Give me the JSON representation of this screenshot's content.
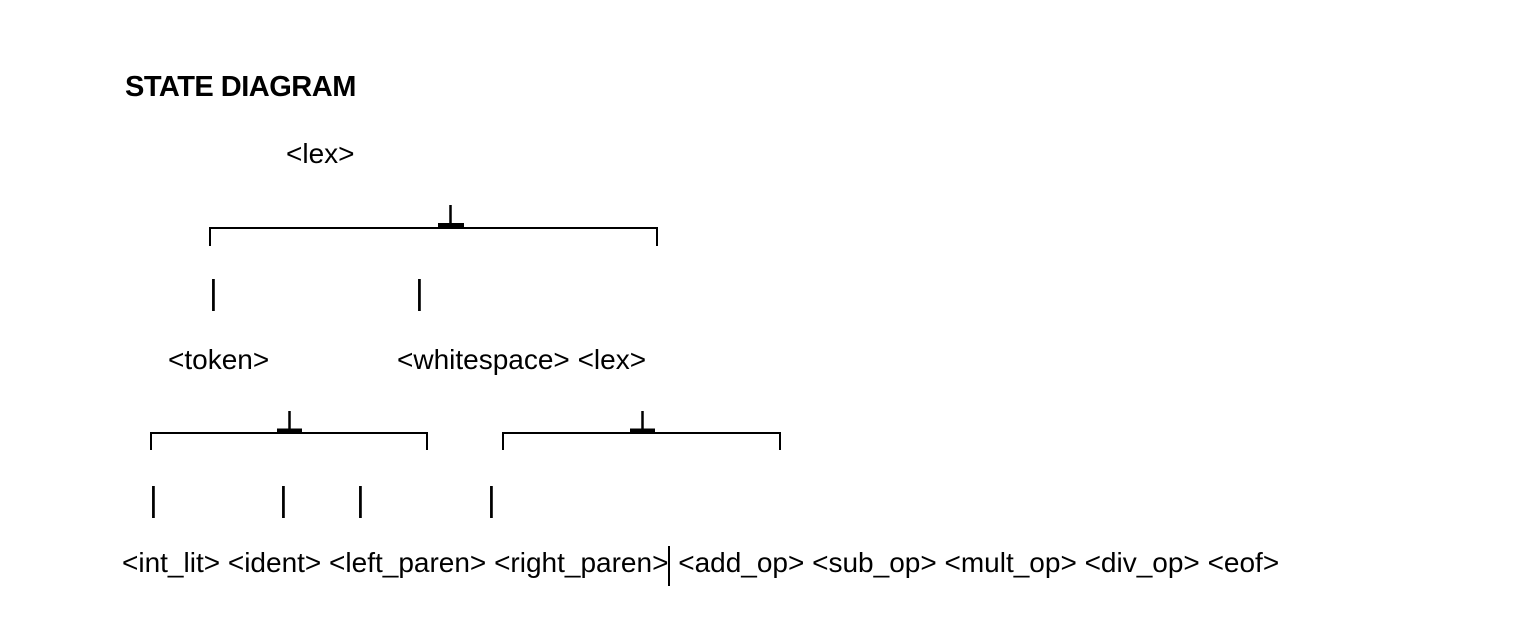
{
  "title": "STATE DIAGRAM",
  "colors": {
    "background": "#ffffff",
    "ink": "#000000"
  },
  "tree": {
    "root_label": "<lex>",
    "level1_connectors": [
      "|",
      "|"
    ],
    "level1_labels": [
      "<token>",
      "<whitespace> <lex>"
    ],
    "level2_connectors": [
      "|",
      "|",
      "|",
      "|"
    ]
  },
  "bottom_row": {
    "before_cursor": "<int_lit> <ident> <left_paren> <right_paren>",
    "after_cursor": " <add_op> <sub_op> <mult_op> <div_op> <eof>",
    "has_text_cursor": true
  }
}
